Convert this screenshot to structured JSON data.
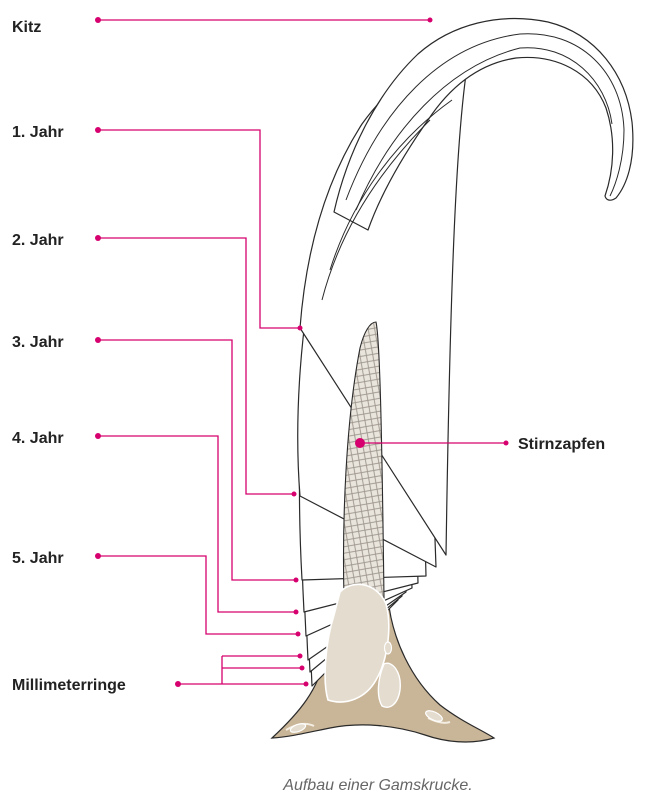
{
  "labels": {
    "kitz": "Kitz",
    "year1": "1. Jahr",
    "year2": "2. Jahr",
    "year3": "3. Jahr",
    "year4": "4. Jahr",
    "year5": "5. Jahr",
    "millimeterringe": "Millimeterringe",
    "stirnzapfen": "Stirnzapfen"
  },
  "caption": "Aufbau einer Gamskrucke.",
  "colors": {
    "leader": "#d6006e",
    "bone": "#c9b597",
    "core": "#e4dccf",
    "horn_outline": "#2a2a2a"
  }
}
